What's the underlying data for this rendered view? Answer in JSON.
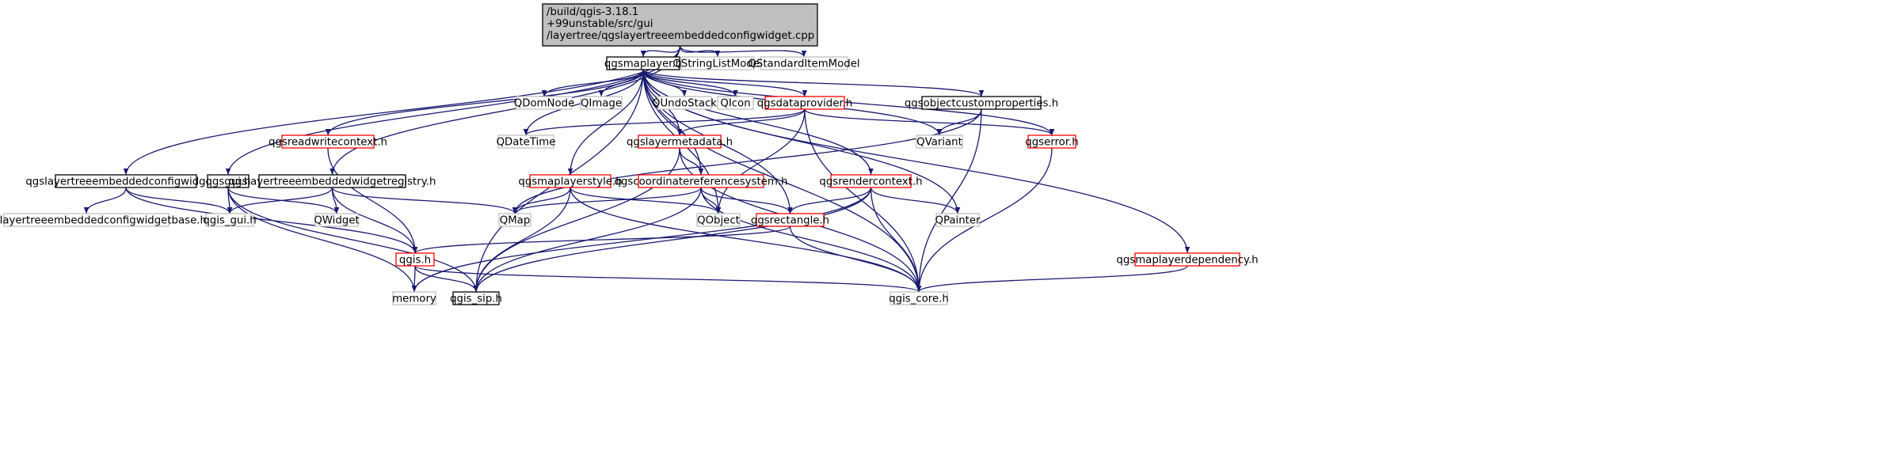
{
  "colors": {
    "edge": "#191970",
    "border_default": "#000000",
    "border_red": "#ff0000",
    "border_gray": "#bfbfbf",
    "fill_root": "#bfbfbf",
    "fill_default": "#ffffff"
  },
  "nodes": [
    {
      "id": "root",
      "lines": [
        "/build/qgis-3.18.1",
        "+99unstable/src/gui",
        "/layertree/qgslayertreeembeddedconfigwidget.cpp"
      ],
      "style": "root"
    },
    {
      "id": "qgsmaplayer",
      "lines": [
        "qgsmaplayer.h"
      ],
      "style": "default"
    },
    {
      "id": "qstringlistmodel",
      "lines": [
        "QStringListModel"
      ],
      "style": "gray"
    },
    {
      "id": "qstandarditemmodel",
      "lines": [
        "QStandardItemModel"
      ],
      "style": "gray"
    },
    {
      "id": "qdomnode",
      "lines": [
        "QDomNode"
      ],
      "style": "gray"
    },
    {
      "id": "qimage",
      "lines": [
        "QImage"
      ],
      "style": "gray"
    },
    {
      "id": "qundostack",
      "lines": [
        "QUndoStack"
      ],
      "style": "gray"
    },
    {
      "id": "qicon",
      "lines": [
        "QIcon"
      ],
      "style": "gray"
    },
    {
      "id": "qgsdataprovider",
      "lines": [
        "qgsdataprovider.h"
      ],
      "style": "red"
    },
    {
      "id": "qgsobjectcustomproperties",
      "lines": [
        "qgsobjectcustomproperties.h"
      ],
      "style": "default"
    },
    {
      "id": "qgsreadwritecontext",
      "lines": [
        "qgsreadwritecontext.h"
      ],
      "style": "red"
    },
    {
      "id": "qdatetime",
      "lines": [
        "QDateTime"
      ],
      "style": "gray"
    },
    {
      "id": "qgslayermetadata",
      "lines": [
        "qgslayermetadata.h"
      ],
      "style": "red"
    },
    {
      "id": "qvariant",
      "lines": [
        "QVariant"
      ],
      "style": "gray"
    },
    {
      "id": "qgserror",
      "lines": [
        "qgserror.h"
      ],
      "style": "red"
    },
    {
      "id": "qgslayertreeembeddedconfigwidget",
      "lines": [
        "qgslayertreeembeddedconfigwidget.h"
      ],
      "style": "default"
    },
    {
      "id": "qgsgui",
      "lines": [
        "qgsgui.h"
      ],
      "style": "default"
    },
    {
      "id": "qgslayertreeembeddedwidgetregistry",
      "lines": [
        "qgslayertreeembeddedwidgetregistry.h"
      ],
      "style": "default"
    },
    {
      "id": "qgsmaplayerstyle",
      "lines": [
        "qgsmaplayerstyle.h"
      ],
      "style": "red"
    },
    {
      "id": "qgscoordinatereferencesystem",
      "lines": [
        "qgscoordinatereferencesystem.h"
      ],
      "style": "red"
    },
    {
      "id": "qgsrendercontext",
      "lines": [
        "qgsrendercontext.h"
      ],
      "style": "red"
    },
    {
      "id": "ui_qgslayertreeembeddedconfigwidgetbase",
      "lines": [
        "ui_qgslayertreeembeddedconfigwidgetbase.h"
      ],
      "style": "gray"
    },
    {
      "id": "qgis_gui",
      "lines": [
        "qgis_gui.h"
      ],
      "style": "gray"
    },
    {
      "id": "qwidget",
      "lines": [
        "QWidget"
      ],
      "style": "gray"
    },
    {
      "id": "qmap",
      "lines": [
        "QMap"
      ],
      "style": "gray"
    },
    {
      "id": "qobject",
      "lines": [
        "QObject"
      ],
      "style": "gray"
    },
    {
      "id": "qgsrectangle",
      "lines": [
        "qgsrectangle.h"
      ],
      "style": "red"
    },
    {
      "id": "qpainter",
      "lines": [
        "QPainter"
      ],
      "style": "gray"
    },
    {
      "id": "qgsmaplayerdependency",
      "lines": [
        "qgsmaplayerdependency.h"
      ],
      "style": "red"
    },
    {
      "id": "qgis",
      "lines": [
        "qgis.h"
      ],
      "style": "red"
    },
    {
      "id": "memory",
      "lines": [
        "memory"
      ],
      "style": "gray"
    },
    {
      "id": "qgis_sip",
      "lines": [
        "qgis_sip.h"
      ],
      "style": "default"
    },
    {
      "id": "qgis_core",
      "lines": [
        "qgis_core.h"
      ],
      "style": "gray"
    }
  ]
}
